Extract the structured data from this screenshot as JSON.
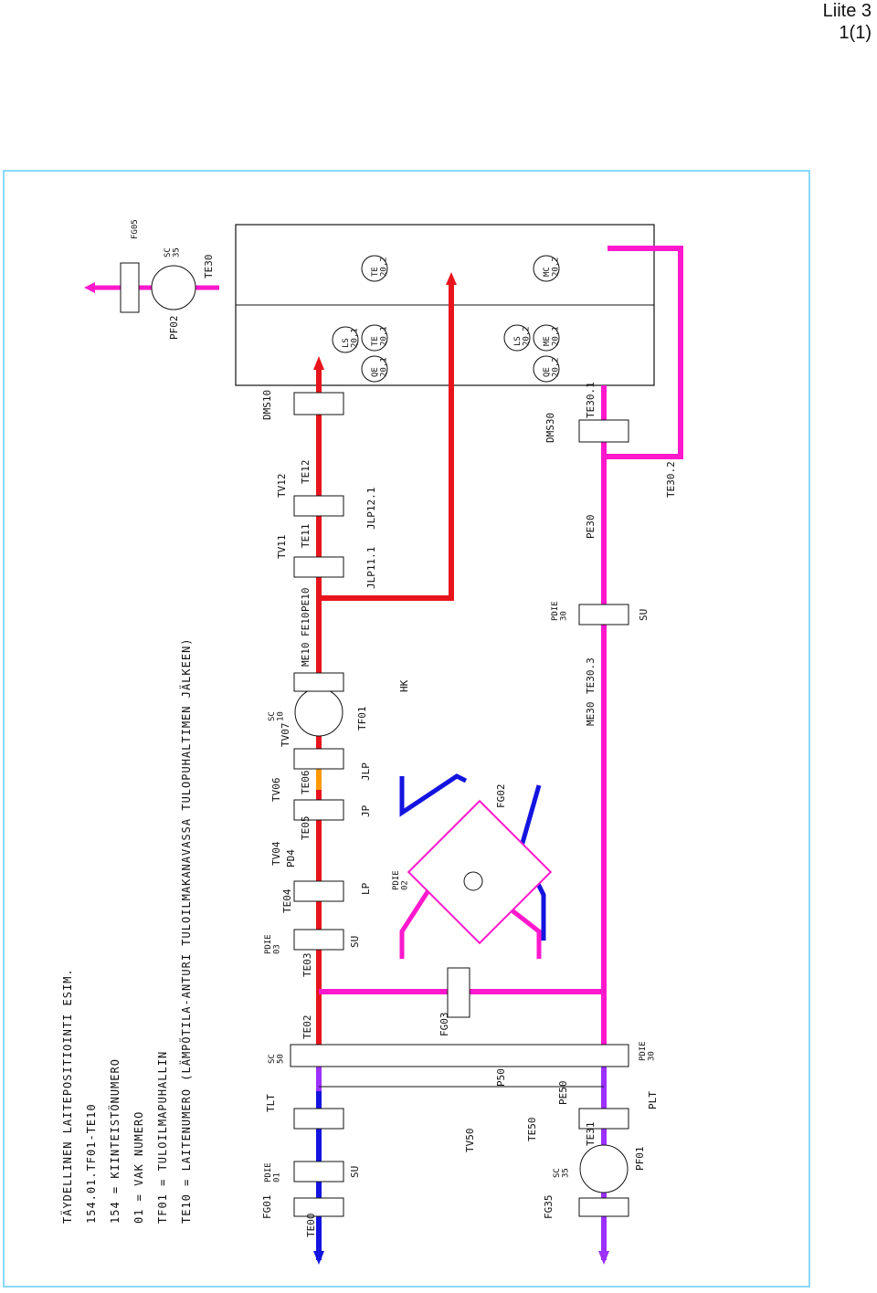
{
  "header": {
    "title": "Liite 3",
    "page": "1(1)"
  },
  "legend": [
    "TÄYDELLINEN LAITEPOSITIOINTI ESIM.",
    "154.01.TF01-TE10",
    "154  =  KIINTEISTÖNUMERO",
    "01   =  VAK NUMERO",
    "TF01 =  TULOILMAPUHALLIN",
    "TE10 =  LAITENUMERO (LÄMPÖTILA-ANTURI TULOILMAKANAVASSA TULOPUHALTIMEN JÄLKEEN)"
  ],
  "supply_line": {
    "TE00": "TE00",
    "FG01": "FG01",
    "PDIE01": "PDIE\n01",
    "SU1": "SU",
    "TLT": "TLT",
    "SC50": "SC\n50",
    "TE02": "TE02",
    "TE03": "TE03",
    "PDIE03": "PDIE\n03",
    "SU2": "SU",
    "TE04": "TE04",
    "TV04": "TV04",
    "PD4": "PD4",
    "LP": "LP",
    "TE05": "TE05",
    "TV06": "TV06",
    "JP": "JP",
    "TE06": "TE06",
    "TV07": "TV07",
    "JLP": "JLP",
    "SC10": "SC\n10",
    "TF01": "TF01",
    "ME10": "ME10",
    "FE10": "FE10",
    "PE10": "PE10",
    "HK": "HK",
    "TV11": "TV11",
    "TE11": "TE11",
    "JLP11": "JLP11.1",
    "TV12": "TV12",
    "TE12": "TE12",
    "JLP12": "JLP12.1",
    "DMS10": "DMS10"
  },
  "exhaust_line": {
    "FG35": "FG35",
    "SC35": "SC\n35",
    "PF01": "PF01",
    "TE31": "TE31",
    "TE50": "TE50",
    "TV50": "TV50",
    "PLT": "PLT",
    "PE50": "PE50",
    "P50": "P50",
    "PDIE30b": "PDIE\n30",
    "FG03": "FG03",
    "PDIE02": "PDIE\n02",
    "FG02": "FG02",
    "ME30": "ME30",
    "TE303": "TE30.3",
    "SU3": "SU",
    "PDIE30": "PDIE\n30",
    "PE30": "PE30",
    "DMS30": "DMS30",
    "TE301": "TE30.1",
    "TE302": "TE30.2"
  },
  "room": {
    "LS201": "LS\n20.1",
    "TE201": "TE\n20.1",
    "QE201": "QE\n20.1",
    "TE202": "TE\n20.2",
    "LS202": "LS\n20.2",
    "ME201": "ME\n20.1",
    "QE202": "QE\n20.2",
    "MC202": "MC\n20.2"
  },
  "top_fan": {
    "PF02": "PF02",
    "FG05": "FG05",
    "SC35b": "SC\n35",
    "TE30": "TE30"
  },
  "colors": {
    "supply_red": "#e8141c",
    "supply_blue": "#1414e0",
    "supply_violet": "#9b30ff",
    "exhaust_magenta": "#ff18cc",
    "orange": "#ff9900",
    "frame": "#66ccff",
    "line": "#111111"
  }
}
